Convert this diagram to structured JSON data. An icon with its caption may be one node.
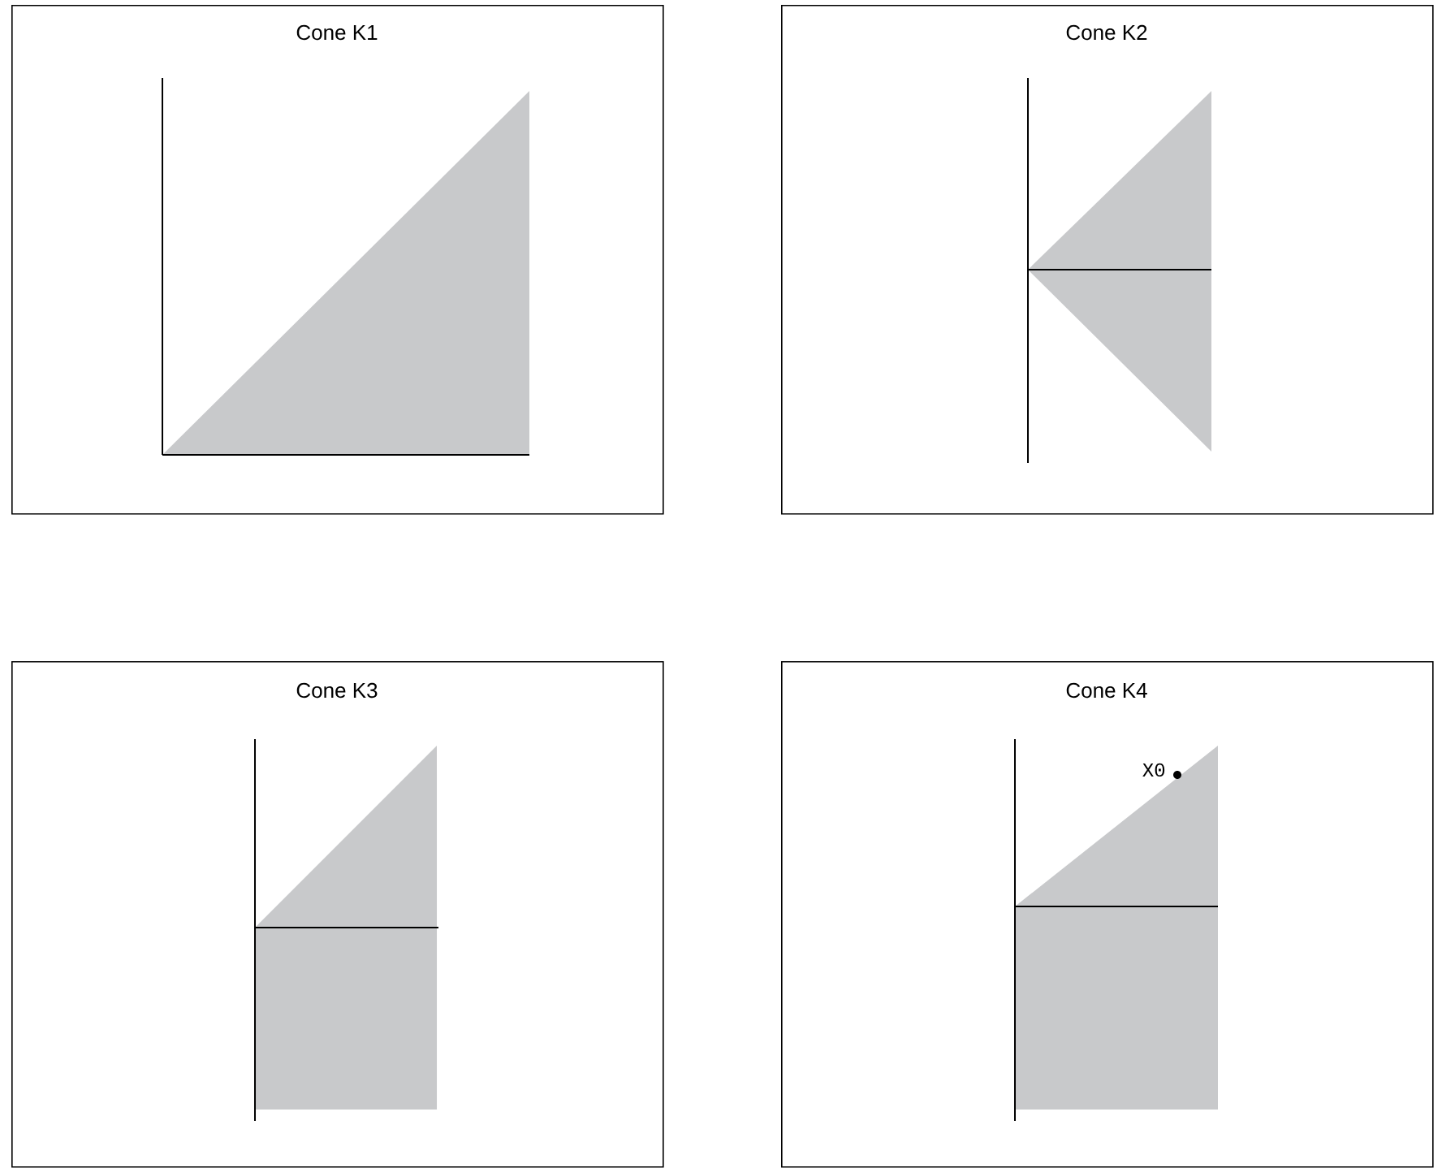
{
  "diagram": {
    "nodes": [
      {
        "text": [
          "Cone K1"
        ]
      },
      {
        "text": [
          "Cone K2"
        ]
      },
      {
        "text": [
          "Cone K3"
        ]
      },
      {
        "text": [
          "Cone K4"
        ]
      }
    ],
    "labels": [
      "X0"
    ]
  }
}
